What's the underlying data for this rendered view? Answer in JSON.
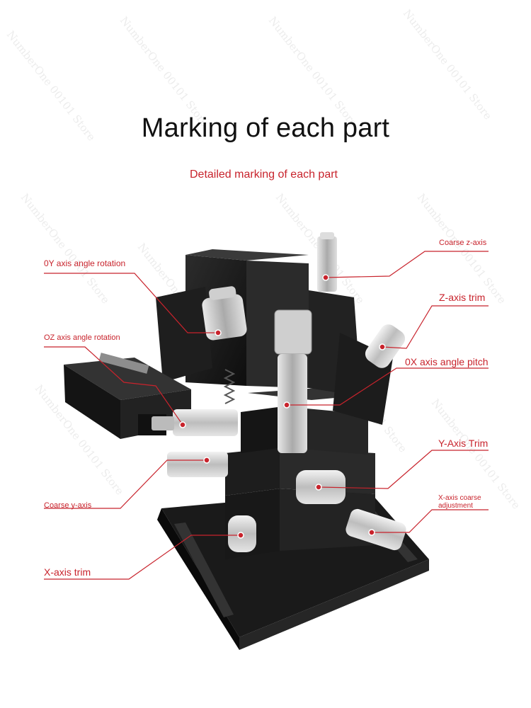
{
  "heading": "Marking of each part",
  "subheading": "Detailed marking of each part",
  "watermark": "NumberOne 00101 Store",
  "callouts": {
    "oy_rotation": "0Y axis angle rotation",
    "oz_rotation": "OZ axis angle rotation",
    "coarse_y": "Coarse y-axis",
    "x_trim": "X-axis trim",
    "coarse_z": "Coarse z-axis",
    "z_trim": "Z-axis trim",
    "ox_pitch": "0X axis angle pitch",
    "y_trim": "Y-Axis Trim",
    "x_coarse": "X-axis coarse adjustment"
  },
  "colors": {
    "accent_red": "#c8232c",
    "stage_black": "#1b1b1b",
    "micrometer_silver": "#d9d9d9"
  }
}
